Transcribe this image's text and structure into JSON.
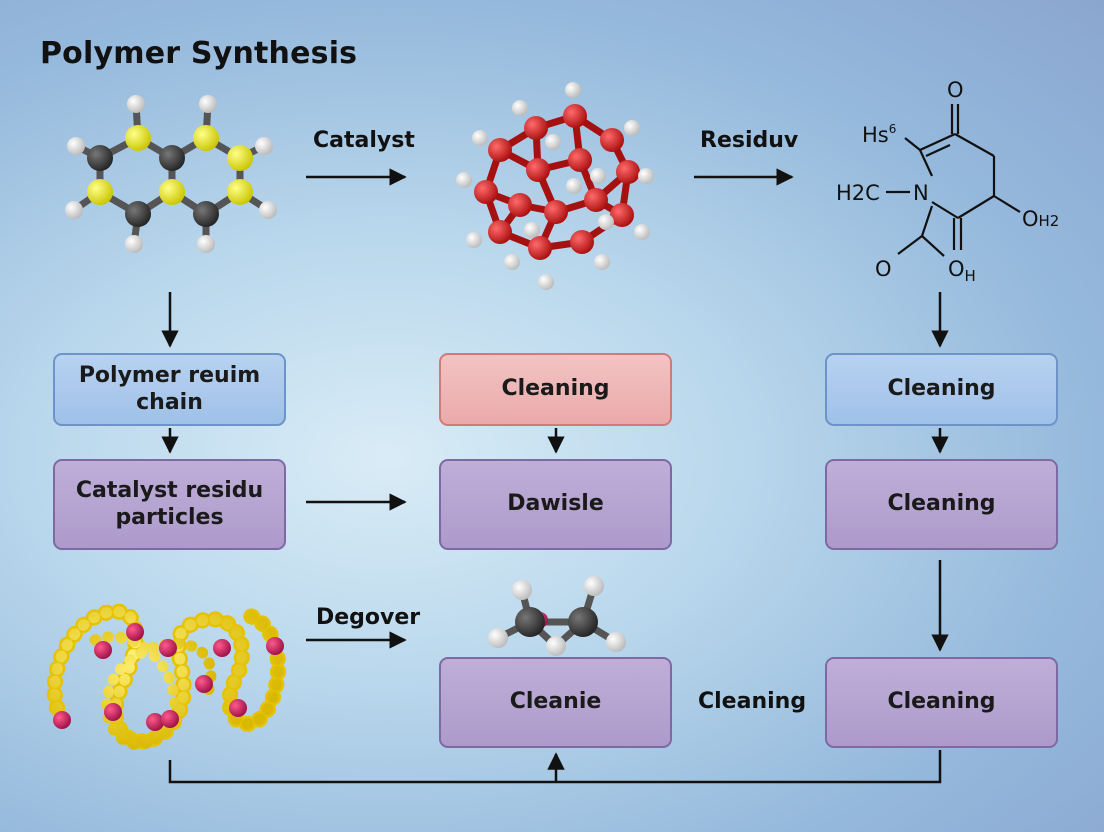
{
  "title": "Polymer Synthesis",
  "arrow_labels": {
    "catalyst": "Catalyst",
    "residuv": "Residuv",
    "degover": "Degover",
    "cleaning": "Cleaning"
  },
  "boxes": {
    "polymer_chain": "Polymer reuim chain",
    "catalyst_particles": "Catalyst residu particles",
    "cleaning_pink": "Cleaning",
    "dawisle": "Dawisle",
    "cleanie": "Cleanie",
    "cleaning_blue": "Cleaning",
    "cleaning_right_mid": "Cleaning",
    "cleaning_right_bottom": "Cleaning"
  },
  "structure_labels": {
    "top_o": "O",
    "hs": "Hs",
    "hs_sup": "6",
    "h2c": "H2C",
    "n": "N",
    "oh2": "O",
    "oh2_sub": "H2",
    "bottom_o": "O",
    "oh": "O",
    "oh_sub": "H"
  },
  "colors": {
    "hydrogen": "#f2f2f2",
    "carbon": "#3a3a3a",
    "sulfur": "#e4e21e",
    "oxygen": "#d11a1a",
    "chain": "#f0d21c",
    "chain_node": "#c2185b",
    "arrow": "#111111"
  }
}
